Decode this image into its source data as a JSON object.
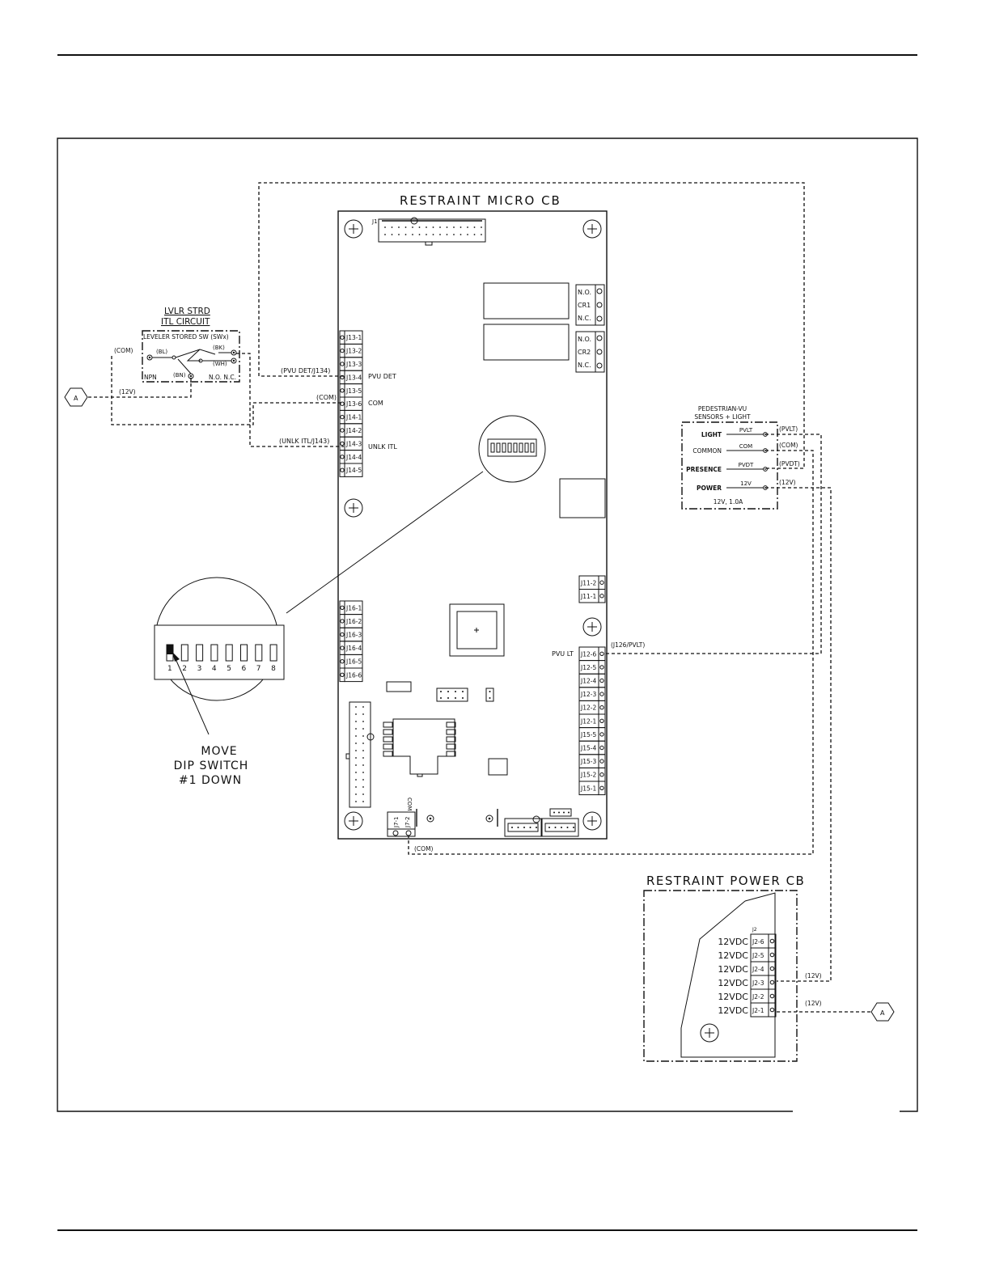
{
  "micro_cb": {
    "title": "RESTRAINT MICRO CB",
    "j1_label": "J1",
    "cr": [
      {
        "no": "N.O.",
        "cr": "CR1",
        "nc": "N.C."
      },
      {
        "no": "N.O.",
        "cr": "CR2",
        "nc": "N.C."
      }
    ],
    "left_pins_upper": [
      "J13-1",
      "J13-2",
      "J13-3",
      "J13-4",
      "J13-5",
      "J13-6",
      "J14-1",
      "J14-2",
      "J14-3",
      "J14-4",
      "J14-5"
    ],
    "left_pins_lower": [
      "J16-1",
      "J16-2",
      "J16-3",
      "J16-4",
      "J16-5",
      "J16-6"
    ],
    "right_pins_j11": [
      "J11-2",
      "J11-1"
    ],
    "right_pins_lower": [
      "J12-6",
      "J12-5",
      "J12-4",
      "J12-3",
      "J12-2",
      "J12-1",
      "J15-5",
      "J15-4",
      "J15-3",
      "J15-2",
      "J15-1"
    ],
    "side_labels": {
      "pvu_det": "PVU DET",
      "com": "COM",
      "unlk_itl": "UNLK ITL",
      "pvu_lt": "PVU LT"
    },
    "bottom_pins": [
      "J7-1",
      "J7-2"
    ],
    "bottom_rot": "COM"
  },
  "wire_labels": {
    "pvu_det": "(PVU DET/J134)",
    "com": "(COM)",
    "unlk_itl": "(UNLK ITL/J143)",
    "j126": "(J126/PVLT)",
    "com_bottom": "(COM)",
    "v12_left": "(12V)",
    "com_left": "(COM)"
  },
  "itl": {
    "title1": "LVLR STRD",
    "title2": "ITL CIRCUIT",
    "switch": "LEVELER STORED SW (SWx)",
    "bl": "(BL)",
    "bk": "(BK)",
    "wh": "(WH)",
    "bn": "(BN)",
    "npn": "NPN",
    "nonc": "N.O. N.C."
  },
  "connector_a": "A",
  "dip": {
    "numbers": [
      "1",
      "2",
      "3",
      "4",
      "5",
      "6",
      "7",
      "8"
    ],
    "note": [
      "MOVE",
      "DIP SWITCH",
      "#1 DOWN"
    ]
  },
  "ped": {
    "title1": "PEDESTRIAN-VU",
    "title2": "SENSORS + LIGHT",
    "rows": [
      {
        "name": "LIGHT",
        "sig": "PVLT",
        "wire": "(PVLT)"
      },
      {
        "name": "COMMON",
        "sig": "COM",
        "wire": "(COM)"
      },
      {
        "name": "PRESENCE",
        "sig": "PVDT",
        "wire": "(PVDT)"
      },
      {
        "name": "POWER",
        "sig": "12V",
        "wire": "(12V)"
      }
    ],
    "rating": "12V, 1.0A"
  },
  "power_cb": {
    "title": "RESTRAINT POWER CB",
    "j2_label": "J2",
    "rows": [
      {
        "v": "12VDC",
        "pin": "J2-6"
      },
      {
        "v": "12VDC",
        "pin": "J2-5"
      },
      {
        "v": "12VDC",
        "pin": "J2-4"
      },
      {
        "v": "12VDC",
        "pin": "J2-3"
      },
      {
        "v": "12VDC",
        "pin": "J2-2"
      },
      {
        "v": "12VDC",
        "pin": "J2-1"
      }
    ],
    "wire_j23": "(12V)",
    "wire_j21": "(12V)"
  }
}
